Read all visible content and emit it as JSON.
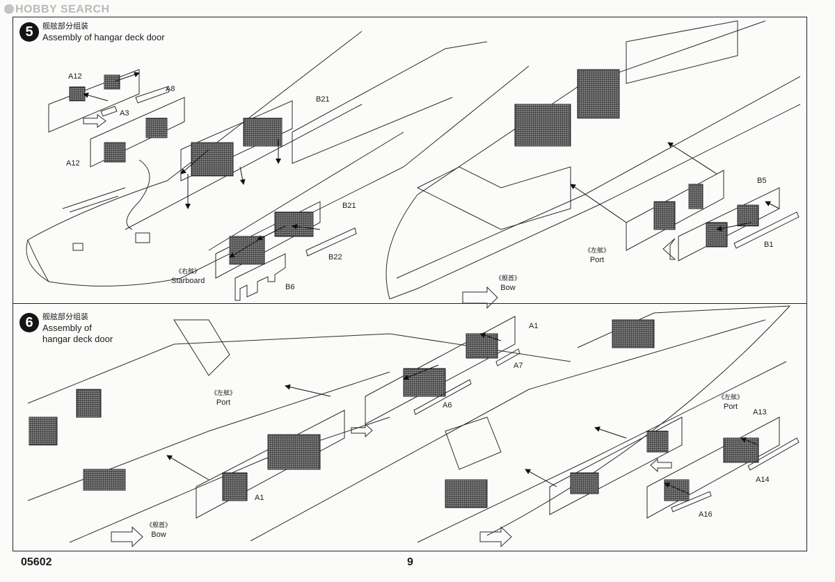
{
  "watermark": {
    "brand": "HOBBY SEARCH"
  },
  "step5": {
    "number": "5",
    "title_cn": "舰舷部分组装",
    "title_en": "Assembly of hangar deck door",
    "parts": {
      "a12_top": "A12",
      "a8": "A8",
      "a3": "A3",
      "a12_bottom": "A12",
      "b21_top": "B21",
      "b21_bottom": "B21",
      "b22": "B22",
      "b6": "B6",
      "b5": "B5",
      "b1": "B1"
    },
    "starboard": {
      "cn": "《右舷》",
      "en": "Starboard"
    },
    "port": {
      "cn": "《左舷》",
      "en": "Port"
    },
    "bow": {
      "cn": "《舰首》",
      "en": "Bow"
    }
  },
  "step6": {
    "number": "6",
    "title_cn": "舰舷部分组装",
    "title_en_line1": "Assembly of",
    "title_en_line2": "hangar deck door",
    "parts": {
      "a1_top": "A1",
      "a7": "A7",
      "a6": "A6",
      "a1_bottom": "A1",
      "a13": "A13",
      "a14": "A14",
      "a16": "A16"
    },
    "port_left": {
      "cn": "《左舷》",
      "en": "Port"
    },
    "port_right": {
      "cn": "《左舷》",
      "en": "Port"
    },
    "bow": {
      "cn": "《舰首》",
      "en": "Bow"
    }
  },
  "footer": {
    "kit_number": "05602",
    "page_number": "9"
  }
}
